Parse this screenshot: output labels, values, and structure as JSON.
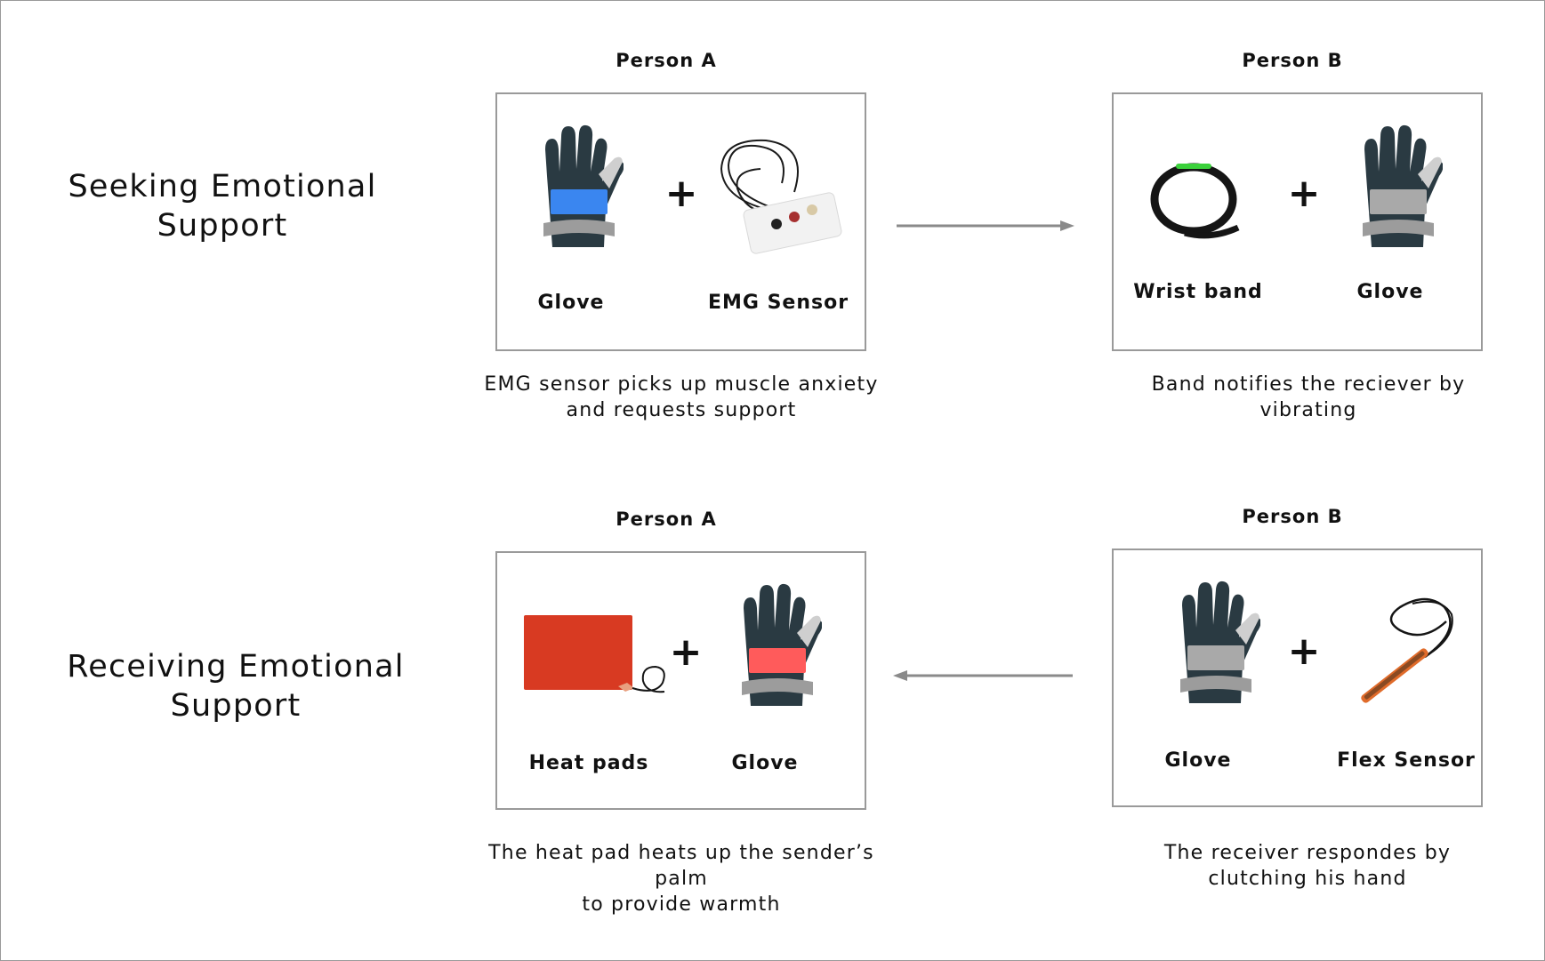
{
  "rows": [
    {
      "title_line1": "Seeking Emotional",
      "title_line2": "Support",
      "left": {
        "person": "Person A",
        "items": [
          {
            "label": "Glove",
            "icon": "glove-blue-icon"
          },
          {
            "label": "EMG Sensor",
            "icon": "emg-sensor-icon"
          }
        ],
        "caption_line1": "EMG sensor picks up muscle anxiety",
        "caption_line2": "and requests support"
      },
      "right": {
        "person": "Person B",
        "items": [
          {
            "label": "Wrist band",
            "icon": "wrist-band-icon"
          },
          {
            "label": "Glove",
            "icon": "glove-gray-icon"
          }
        ],
        "caption_line1": "Band notifies the reciever by",
        "caption_line2": "vibrating"
      },
      "arrow_direction": "right"
    },
    {
      "title_line1": "Receiving Emotional",
      "title_line2": "Support",
      "left": {
        "person": "Person A",
        "items": [
          {
            "label": "Heat pads",
            "icon": "heat-pad-icon"
          },
          {
            "label": "Glove",
            "icon": "glove-red-icon"
          }
        ],
        "caption_line1": "The heat pad heats up the sender’s palm",
        "caption_line2": "to provide warmth"
      },
      "right": {
        "person": "Person B",
        "items": [
          {
            "label": "Glove",
            "icon": "glove-gray-icon"
          },
          {
            "label": "Flex Sensor",
            "icon": "flex-sensor-icon"
          }
        ],
        "caption_line1": "The receiver respondes by",
        "caption_line2": "clutching his hand"
      },
      "arrow_direction": "left"
    }
  ],
  "plus_symbol": "+",
  "colors": {
    "glove_body": "#2a3a42",
    "glove_band": "#9c9c9c",
    "palm_blue": "#3a86f0",
    "palm_red": "#ff5b5b",
    "palm_gray": "#a9a9a9",
    "heat_pad": "#d83a22",
    "arrow": "#8a8a8a",
    "band_led": "#3bd13b"
  }
}
